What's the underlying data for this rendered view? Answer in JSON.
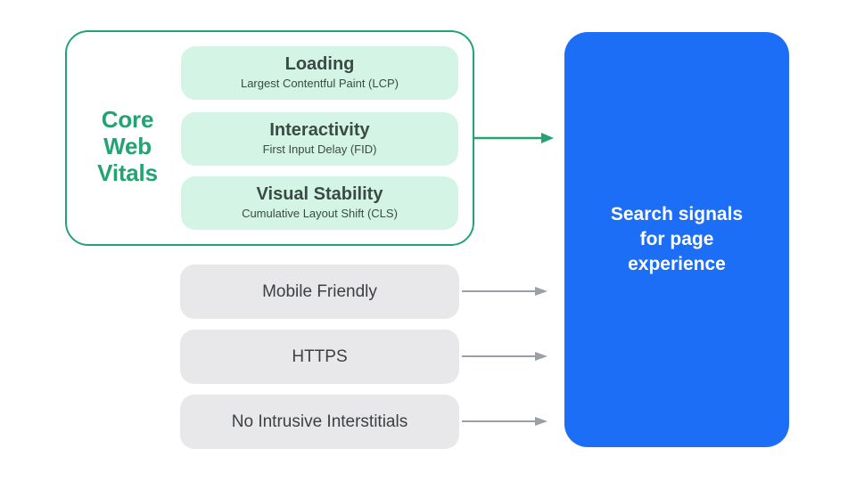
{
  "diagram": {
    "core_web_vitals_group": {
      "label": "Core Web Vitals",
      "label_lines": [
        "Core",
        "Web",
        "Vitals"
      ],
      "cards": [
        {
          "title": "Loading",
          "subtitle": "Largest Contentful Paint (LCP)"
        },
        {
          "title": "Interactivity",
          "subtitle": "First Input Delay (FID)"
        },
        {
          "title": "Visual Stability",
          "subtitle": "Cumulative Layout Shift (CLS)"
        }
      ]
    },
    "other_signals": [
      "Mobile Friendly",
      "HTTPS",
      "No Intrusive Interstitials"
    ],
    "result_box": {
      "label": "Search signals for page experience",
      "label_lines": [
        "Search signals",
        "for page",
        "experience"
      ]
    },
    "colors": {
      "green": "#23A372",
      "green_fill": "#D4F4E5",
      "card_text": "#3A4B46",
      "gray_fill": "#E8E8EA",
      "gray_text": "#3C4043",
      "gray_arrow": "#9AA0A6",
      "blue": "#1B6EF5",
      "result_text": "#FFFFFF",
      "page_bg": "#FFFFFF"
    }
  }
}
